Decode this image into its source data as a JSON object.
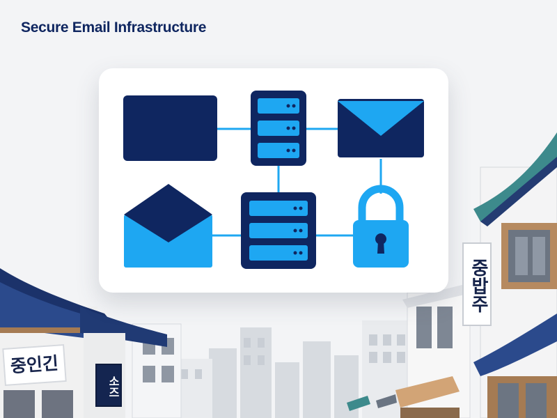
{
  "header": {
    "title": "Secure Email Infrastructure"
  },
  "signs": {
    "left": "중인긴",
    "right": "중밥주",
    "small": "소즈"
  },
  "icons": {
    "top_left": "monitor-icon",
    "top_center": "server-icon",
    "top_right": "envelope-closed-icon",
    "bottom_left": "envelope-open-icon",
    "bottom_center": "server-icon",
    "bottom_right": "padlock-icon"
  },
  "colors": {
    "navy": "#0f2660",
    "accent_blue": "#1ea7f2",
    "card_bg": "#ffffff",
    "roof_blue": "#2b4a8c",
    "roof_green": "#3d8a8c"
  }
}
